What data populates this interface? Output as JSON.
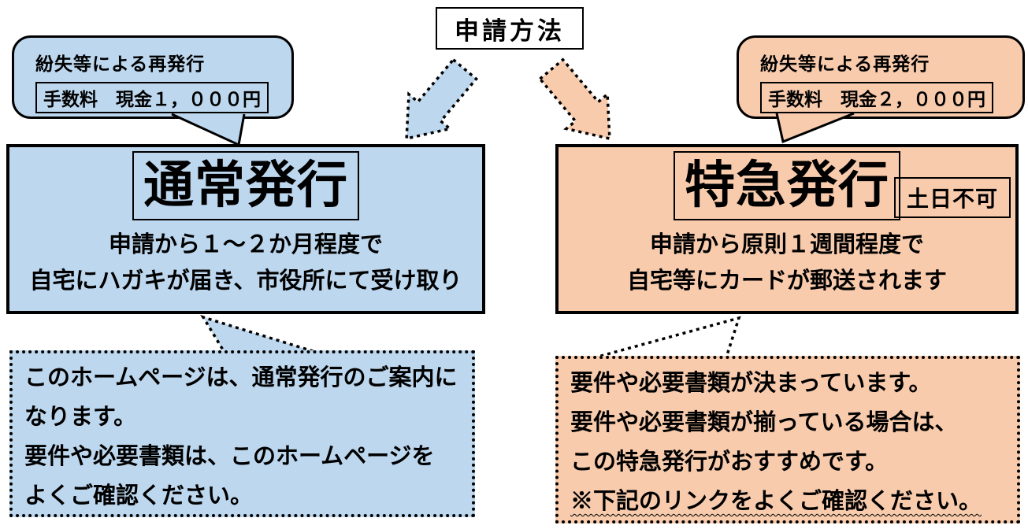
{
  "colors": {
    "blue_fill": "#BDD7EE",
    "orange_fill": "#F8CBAD",
    "outline": "#000000"
  },
  "header": {
    "title": "申請方法"
  },
  "normal": {
    "bubble": {
      "heading": "紛失等による再発行",
      "fee": "手数料　現金１，０００円"
    },
    "card": {
      "title": "通常発行",
      "desc_line1": "申請から１～２か月程度で",
      "desc_line2": "自宅にハガキが届き、市役所にて受け取り"
    },
    "note": {
      "lines": [
        "このホームページは、通常発行のご案内に",
        "なります。",
        "要件や必要書類は、このホームページを",
        "よくご確認ください。"
      ]
    }
  },
  "express": {
    "bubble": {
      "heading": "紛失等による再発行",
      "fee": "手数料　現金２，０００円"
    },
    "card": {
      "title": "特急発行",
      "badge": "土日不可",
      "desc_line1": "申請から原則１週間程度で",
      "desc_line2": "自宅等にカードが郵送されます"
    },
    "note": {
      "lines": [
        "要件や必要書類が決まっています。",
        "要件や必要書類が揃っている場合は、",
        "この特急発行がおすすめです。"
      ],
      "warning": "※下記のリンクをよくご確認ください。"
    }
  }
}
